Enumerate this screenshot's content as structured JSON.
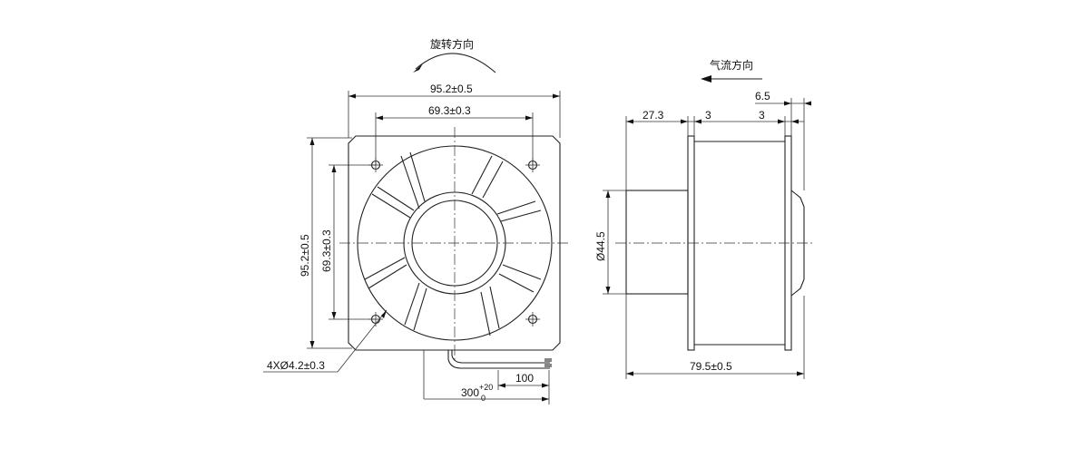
{
  "front_view": {
    "rotation_label": "旋转方向",
    "dim_outer_width": "95.2±0.5",
    "dim_hole_spacing_width": "69.3±0.3",
    "dim_outer_height": "95.2±0.5",
    "dim_hole_spacing_height": "69.3±0.3",
    "dim_holes": "4XØ4.2±0.3",
    "dim_lead_length_main": "300",
    "dim_lead_length_tol_upper": "+20",
    "dim_lead_length_tol_lower": "0",
    "dim_lead_strip": "100"
  },
  "side_view": {
    "airflow_label": "气流方向",
    "dim_front_length": "27.3",
    "dim_flange_1": "3",
    "dim_flange_2": "3",
    "dim_rear_offset": "6.5",
    "dim_diameter": "Ø44.5",
    "dim_total_length": "79.5±0.5"
  },
  "colors": {
    "line": "#222222",
    "background": "#ffffff"
  }
}
